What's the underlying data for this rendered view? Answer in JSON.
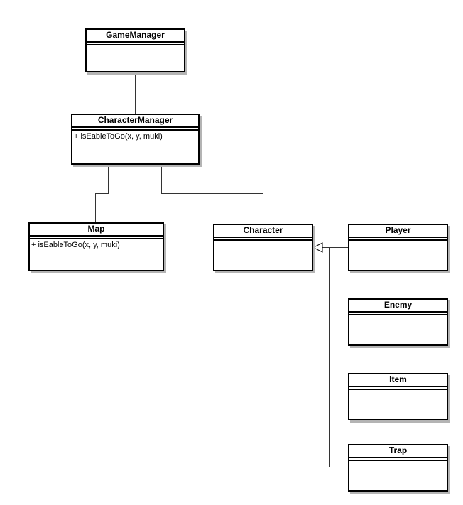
{
  "diagram": {
    "classes": {
      "game_manager": {
        "name": "GameManager",
        "operations": []
      },
      "character_manager": {
        "name": "CharacterManager",
        "operations": [
          "+ isEableToGo(x, y, muki)"
        ]
      },
      "map": {
        "name": "Map",
        "operations": [
          "+ isEableToGo(x, y, muki)"
        ]
      },
      "character": {
        "name": "Character",
        "operations": []
      },
      "player": {
        "name": "Player",
        "operations": []
      },
      "enemy": {
        "name": "Enemy",
        "operations": []
      },
      "item": {
        "name": "Item",
        "operations": []
      },
      "trap": {
        "name": "Trap",
        "operations": []
      }
    },
    "associations": [
      {
        "from": "GameManager",
        "to": "CharacterManager"
      },
      {
        "from": "CharacterManager",
        "to": "Map"
      },
      {
        "from": "CharacterManager",
        "to": "Character"
      }
    ],
    "generalizations": [
      {
        "child": "Player",
        "parent": "Character"
      },
      {
        "child": "Enemy",
        "parent": "Character"
      },
      {
        "child": "Item",
        "parent": "Character"
      },
      {
        "child": "Trap",
        "parent": "Character"
      }
    ],
    "colors": {
      "line": "#000000",
      "connector": "#333333",
      "shadow": "#b4b4b4",
      "background": "#ffffff"
    }
  }
}
